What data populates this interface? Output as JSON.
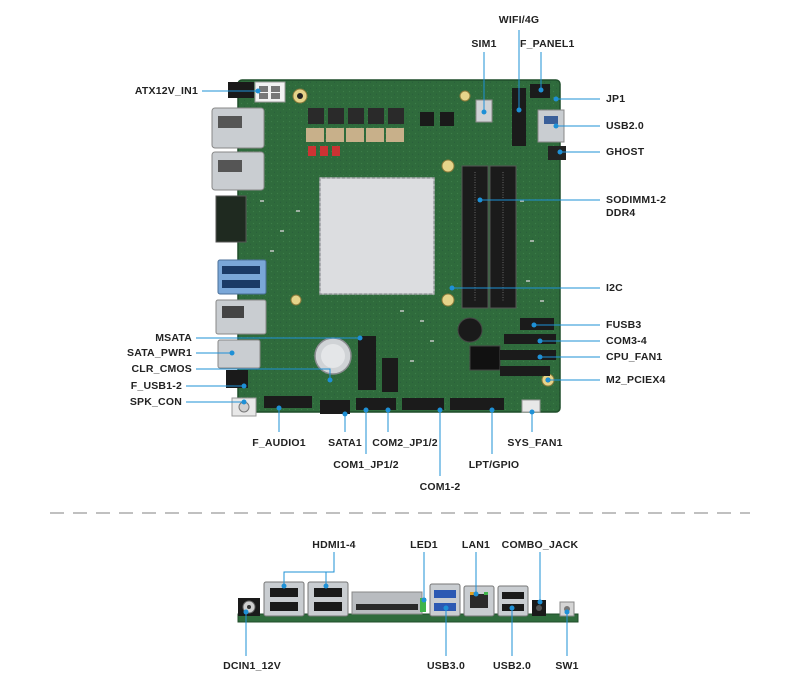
{
  "labels": {
    "wifi": "WIFI/4G",
    "sim1": "SIM1",
    "f_panel1": "F_PANEL1",
    "atx12v": "ATX12V_IN1",
    "jp1": "JP1",
    "usb20_top": "USB2.0",
    "ghost": "GHOST",
    "sodimm_1": "SODIMM1-2",
    "sodimm_2": "DDR4",
    "i2c": "I2C",
    "fusb3": "FUSB3",
    "com34": "COM3-4",
    "cpu_fan1": "CPU_FAN1",
    "m2_pciex4": "M2_PCIEX4",
    "msata": "MSATA",
    "sata_pwr1": "SATA_PWR1",
    "clr_cmos": "CLR_CMOS",
    "f_usb12": "F_USB1-2",
    "spk_con": "SPK_CON",
    "f_audio1": "F_AUDIO1",
    "sata1": "SATA1",
    "com2_jp12": "COM2_JP1/2",
    "com1_jp12": "COM1_JP1/2",
    "lpt_gpio": "LPT/GPIO",
    "com12": "COM1-2",
    "sys_fan1": "SYS_FAN1",
    "hdmi14": "HDMI1-4",
    "led1": "LED1",
    "lan1": "LAN1",
    "combo_jack": "COMBO_JACK",
    "dcin1": "DCIN1_12V",
    "usb30": "USB3.0",
    "usb20_bottom": "USB2.0",
    "sw1": "SW1"
  },
  "colors": {
    "pcb": "#2f6b3c",
    "pcb_dark": "#1f4d2a",
    "heatsink": "#d9d9dc",
    "callout": "#1e90d6",
    "metal": "#bfc3c7",
    "black_part": "#1a1a1a",
    "divider": "#9a9a9a"
  }
}
